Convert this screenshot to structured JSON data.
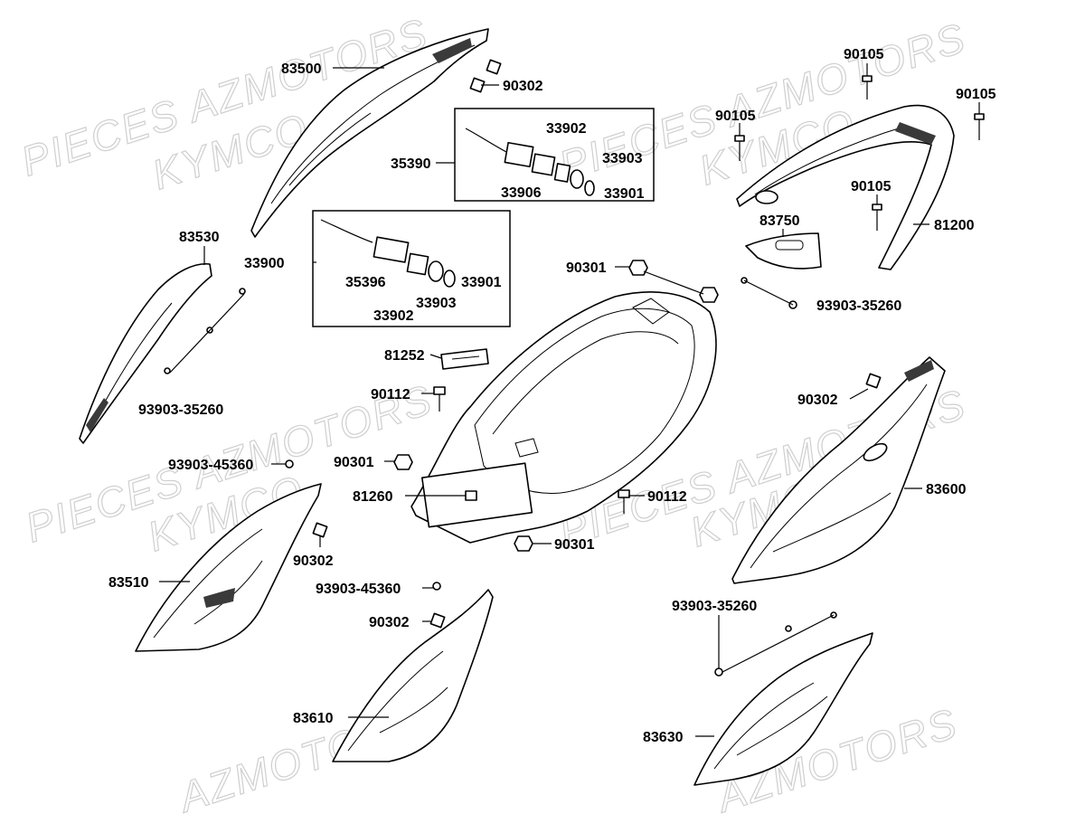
{
  "watermarks": {
    "brand": "KYMCO",
    "pieces": "PIECES AZMOTORS",
    "motors": "AZMOTORS"
  },
  "colors": {
    "ink": "#000000",
    "watermark": "#cfcfcf",
    "background": "#ffffff"
  },
  "parts": {
    "p83500": "83500",
    "p90302_top": "90302",
    "p35390": "35390",
    "p33902_a": "33902",
    "p33903_a": "33903",
    "p33906": "33906",
    "p33901_a": "33901",
    "p33900": "33900",
    "p35396": "35396",
    "p33902_b": "33902",
    "p33903_b": "33903",
    "p33901_b": "33901",
    "p83530": "83530",
    "p93903_35260_left": "93903-35260",
    "p90105_top": "90105",
    "p90105_left": "90105",
    "p90105_right": "90105",
    "p90105_mid": "90105",
    "p83750": "83750",
    "p81200": "81200",
    "p90301_top": "90301",
    "p93903_35260_right": "93903-35260",
    "p81252": "81252",
    "p90112_left": "90112",
    "p90302_right": "90302",
    "p93903_45360_a": "93903-45360",
    "p90301_mid": "90301",
    "p81260": "81260",
    "p90112_right": "90112",
    "p83600": "83600",
    "p90301_bot": "90301",
    "p90302_mid": "90302",
    "p83510": "83510",
    "p93903_45360_b": "93903-45360",
    "p90302_low": "90302",
    "p93903_35260_low": "93903-35260",
    "p83610": "83610",
    "p83630": "83630"
  }
}
